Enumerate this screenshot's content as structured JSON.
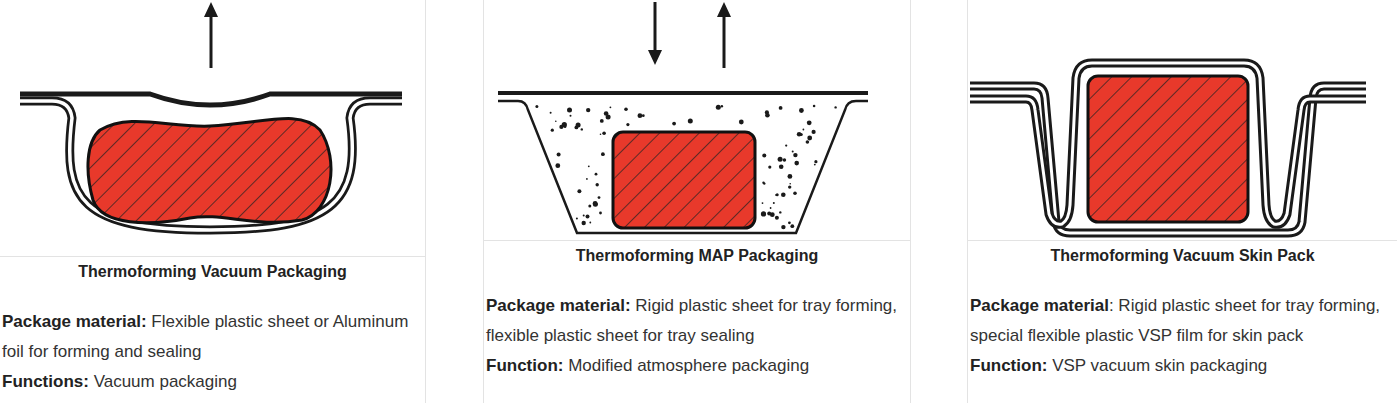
{
  "diagram": {
    "nodes": [
      {
        "text": [
          "Thermoforming Vacuum Packaging",
          "Package material:",
          "Flexible plastic sheet or Aluminum foil for forming and sealing",
          "Functions:",
          "Vacuum packaging"
        ]
      },
      {
        "text": [
          "Thermoforming MAP Packaging",
          "Package material:",
          "Rigid plastic sheet for tray forming, flexible plastic sheet for tray sealing",
          "Function:",
          "Modified atmosphere packaging"
        ]
      },
      {
        "text": [
          "Thermoforming Vacuum Skin Pack",
          "Package material",
          ": Rigid plastic sheet for tray forming, special flexible plastic VSP film for skin pack",
          "Function:",
          "VSP vacuum skin packaging"
        ]
      }
    ]
  }
}
